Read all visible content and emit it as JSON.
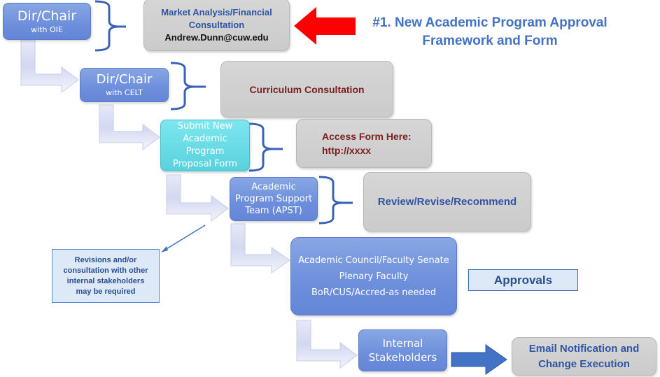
{
  "title": {
    "line1": "#1. New Academic Program Approval",
    "line2": "Framework and Form"
  },
  "steps": [
    {
      "id": "dir-oie",
      "line1": "Dir/Chair",
      "line2": "with OIE"
    },
    {
      "id": "dir-celt",
      "line1": "Dir/Chair",
      "line2": "with CELT"
    },
    {
      "id": "submit-form",
      "lines": [
        "Submit New",
        "Academic",
        "Program",
        "Proposal Form"
      ]
    },
    {
      "id": "apst",
      "lines": [
        "Academic",
        "Program Support",
        "Team (APST)"
      ]
    },
    {
      "id": "council",
      "lines": [
        "Academic Council/Faculty Senate",
        "Plenary Faculty",
        "BoR/CUS/Accred-as needed"
      ]
    },
    {
      "id": "stakeholders",
      "lines": [
        "Internal",
        "Stakeholders"
      ]
    }
  ],
  "callouts": {
    "market": {
      "line1": "Market Analysis/Financial",
      "line2": "Consultation",
      "email": "Andrew.Dunn@cuw.edu"
    },
    "curriculum": {
      "label": "Curriculum Consultation"
    },
    "access_form": {
      "line1": "Access Form Here:",
      "line2": "http://xxxx"
    },
    "review": {
      "label": "Review/Revise/Recommend"
    },
    "approvals": {
      "label": "Approvals"
    },
    "email_notification": {
      "line1": "Email Notification and",
      "line2": "Change Execution"
    }
  },
  "note": {
    "lines": [
      "Revisions and/or",
      "consultation with other",
      "internal stakeholders",
      "may be required"
    ]
  },
  "colors": {
    "step_blue": "#6d8edb",
    "step_teal": "#58d2de",
    "callout_grey": "#cfcfcf",
    "maroon_text": "#7b1f1f",
    "blue_text": "#2f55a4",
    "title_blue": "#4472c4",
    "red_arrow": "#ff0000",
    "blue_arrow": "#4472c4"
  }
}
